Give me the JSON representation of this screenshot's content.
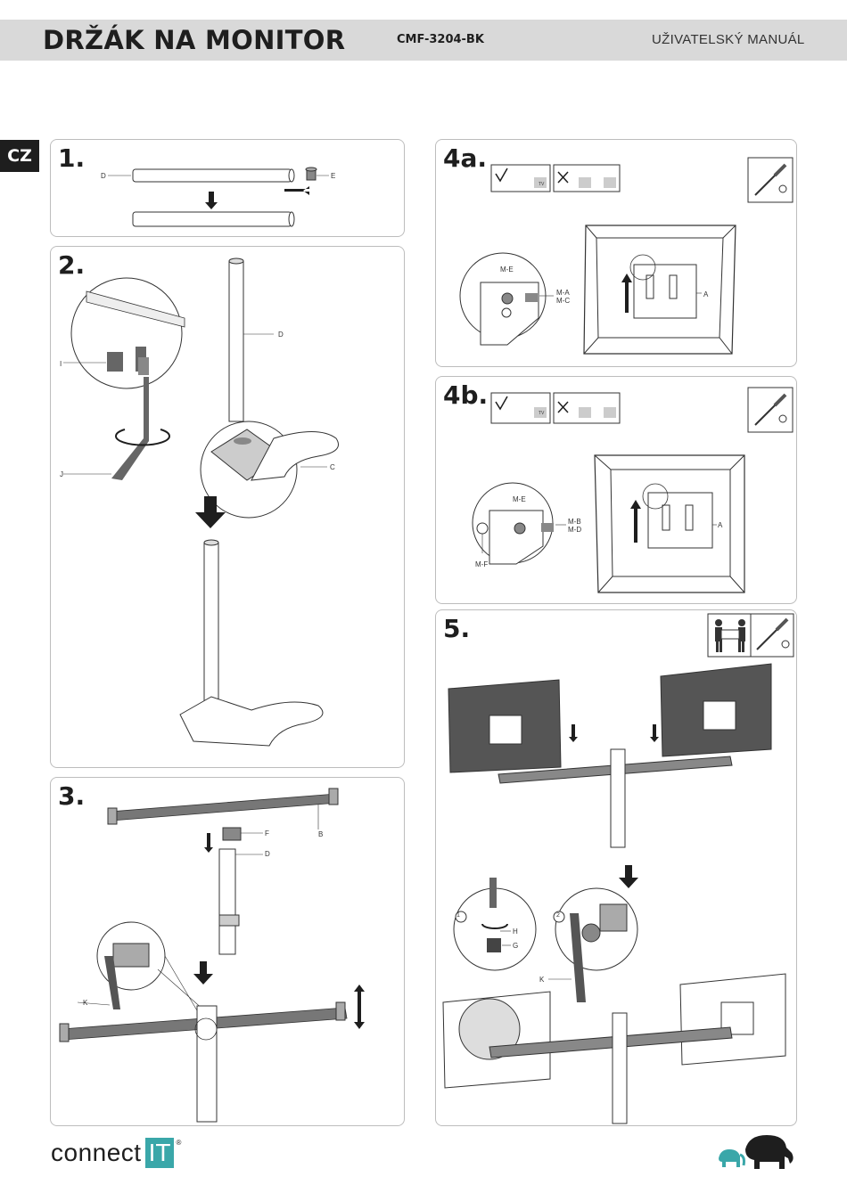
{
  "header": {
    "title": "DRŽÁK NA MONITOR",
    "model": "CMF-3204-BK",
    "manual": "UŽIVATELSKÝ MANUÁL"
  },
  "language_tab": "CZ",
  "steps": {
    "s1": {
      "number": "1.",
      "labels": {
        "d": "D",
        "e": "E"
      }
    },
    "s2": {
      "number": "2.",
      "labels": {
        "i": "I",
        "j": "J",
        "d": "D",
        "c": "C"
      }
    },
    "s3": {
      "number": "3.",
      "labels": {
        "f": "F",
        "d": "D",
        "b": "B",
        "k": "K"
      }
    },
    "s4a": {
      "number": "4a.",
      "labels": {
        "me": "M-E",
        "ma": "M-A",
        "mc": "M-C",
        "a": "A"
      }
    },
    "s4b": {
      "number": "4b.",
      "labels": {
        "me": "M-E",
        "mb": "M-B",
        "md": "M-D",
        "mf": "M-F",
        "a": "A"
      }
    },
    "s5": {
      "number": "5.",
      "labels": {
        "h": "H",
        "g": "G",
        "k": "K",
        "c1": "1",
        "c2": "2"
      }
    }
  },
  "icons": {
    "tv": "TV",
    "check": "check-icon",
    "cross": "cross-icon",
    "screwdriver": "screwdriver-icon",
    "two_people": "two-people-icon"
  },
  "footer": {
    "brand_text": "connect",
    "brand_box": "IT",
    "brand_mark": "®"
  },
  "colors": {
    "header_bg": "#d9d9d9",
    "dark": "#1e1e1e",
    "brand_teal": "#3aa7a9",
    "monitor_gray": "#555555"
  }
}
